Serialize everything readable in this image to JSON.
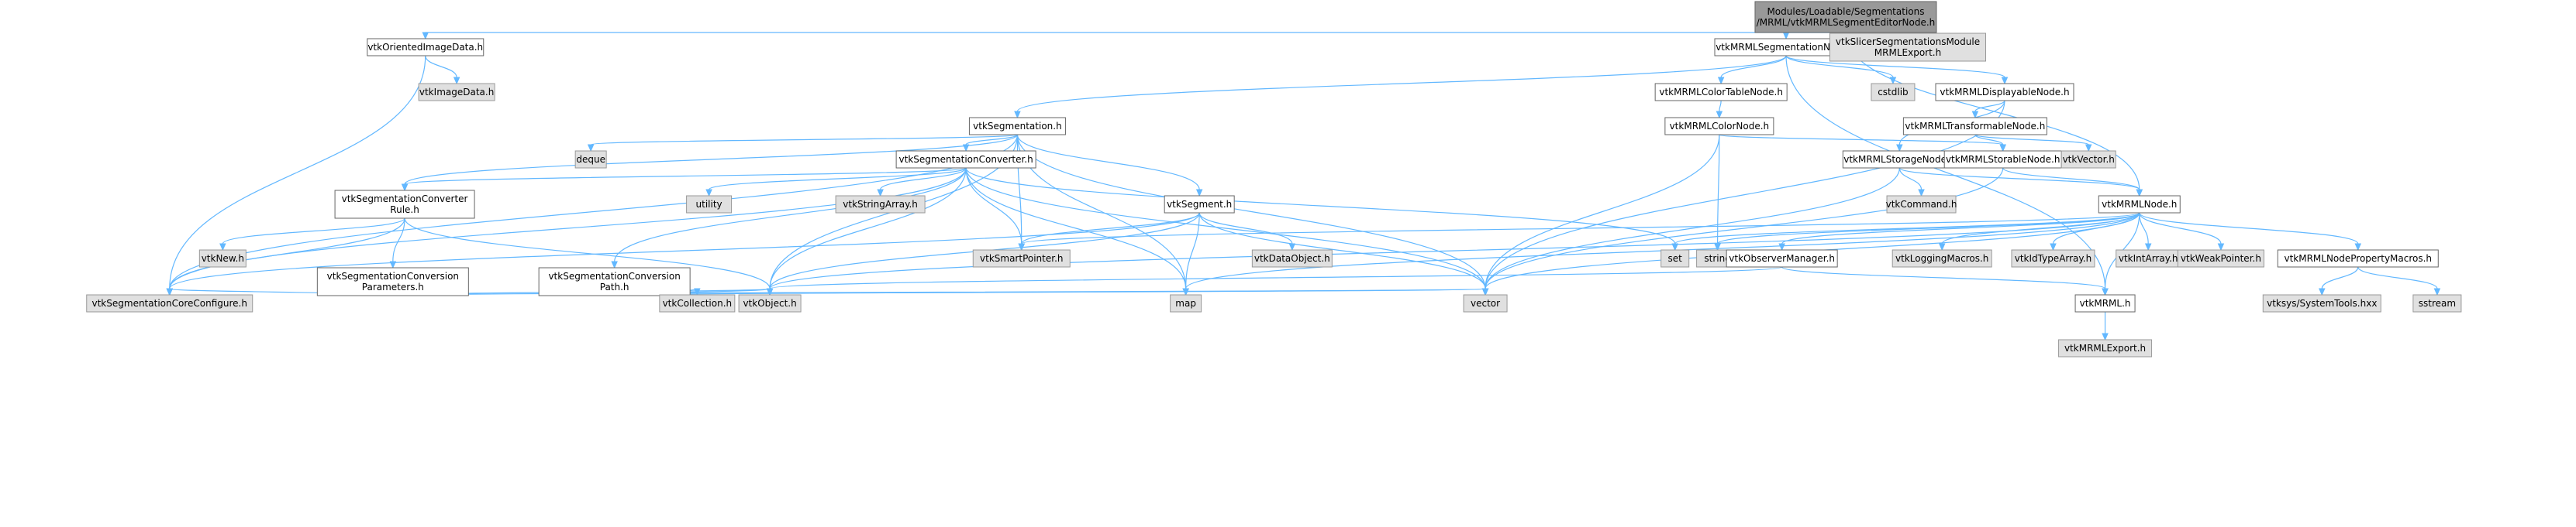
{
  "colors": {
    "edge": "#63b8ff",
    "root_fill": "#999999",
    "documented_fill": "#ffffff",
    "external_fill": "#e0e0e0",
    "border": "#666666"
  },
  "nodes": [
    {
      "id": "root",
      "lines": [
        "Modules/Loadable/Segmentations",
        "/MRML/vtkMRMLSegmentEditorNode.h"
      ],
      "kind": "root"
    },
    {
      "id": "vtkOrientedImageData",
      "lines": [
        "vtkOrientedImageData.h"
      ],
      "kind": "doc"
    },
    {
      "id": "vtkMRMLSegmentationNode",
      "lines": [
        "vtkMRMLSegmentationNode.h"
      ],
      "kind": "doc"
    },
    {
      "id": "vtkSlicerSegmentationsModuleMRMLExport",
      "lines": [
        "vtkSlicerSegmentationsModule",
        "MRMLExport.h"
      ],
      "kind": "ext"
    },
    {
      "id": "vtkImageData",
      "lines": [
        "vtkImageData.h"
      ],
      "kind": "ext"
    },
    {
      "id": "vtkMRMLColorTableNode",
      "lines": [
        "vtkMRMLColorTableNode.h"
      ],
      "kind": "doc"
    },
    {
      "id": "cstdlib",
      "lines": [
        "cstdlib"
      ],
      "kind": "ext"
    },
    {
      "id": "vtkMRMLDisplayableNode",
      "lines": [
        "vtkMRMLDisplayableNode.h"
      ],
      "kind": "doc"
    },
    {
      "id": "vtkSegmentation",
      "lines": [
        "vtkSegmentation.h"
      ],
      "kind": "doc"
    },
    {
      "id": "vtkMRMLColorNode",
      "lines": [
        "vtkMRMLColorNode.h"
      ],
      "kind": "doc"
    },
    {
      "id": "vtkMRMLTransformableNode",
      "lines": [
        "vtkMRMLTransformableNode.h"
      ],
      "kind": "doc"
    },
    {
      "id": "deque",
      "lines": [
        "deque"
      ],
      "kind": "ext"
    },
    {
      "id": "vtkSegmentationConverter",
      "lines": [
        "vtkSegmentationConverter.h"
      ],
      "kind": "doc"
    },
    {
      "id": "vtkMRMLStorageNode",
      "lines": [
        "vtkMRMLStorageNode.h"
      ],
      "kind": "doc"
    },
    {
      "id": "vtkMRMLStorableNode",
      "lines": [
        "vtkMRMLStorableNode.h"
      ],
      "kind": "doc"
    },
    {
      "id": "vtkVector",
      "lines": [
        "vtkVector.h"
      ],
      "kind": "ext"
    },
    {
      "id": "vtkSegmentationConverterRule",
      "lines": [
        "vtkSegmentationConverter",
        "Rule.h"
      ],
      "kind": "doc"
    },
    {
      "id": "utility",
      "lines": [
        "utility"
      ],
      "kind": "ext"
    },
    {
      "id": "vtkStringArray",
      "lines": [
        "vtkStringArray.h"
      ],
      "kind": "ext"
    },
    {
      "id": "vtkSegment",
      "lines": [
        "vtkSegment.h"
      ],
      "kind": "doc"
    },
    {
      "id": "vtkCommand",
      "lines": [
        "vtkCommand.h"
      ],
      "kind": "ext"
    },
    {
      "id": "vtkMRMLNode",
      "lines": [
        "vtkMRMLNode.h"
      ],
      "kind": "doc"
    },
    {
      "id": "vtkNew",
      "lines": [
        "vtkNew.h"
      ],
      "kind": "ext"
    },
    {
      "id": "vtkSmartPointer",
      "lines": [
        "vtkSmartPointer.h"
      ],
      "kind": "ext"
    },
    {
      "id": "vtkDataObject",
      "lines": [
        "vtkDataObject.h"
      ],
      "kind": "ext"
    },
    {
      "id": "set",
      "lines": [
        "set"
      ],
      "kind": "ext"
    },
    {
      "id": "string",
      "lines": [
        "string"
      ],
      "kind": "ext"
    },
    {
      "id": "vtkObserverManager",
      "lines": [
        "vtkObserverManager.h"
      ],
      "kind": "doc"
    },
    {
      "id": "vtkLoggingMacros",
      "lines": [
        "vtkLoggingMacros.h"
      ],
      "kind": "ext"
    },
    {
      "id": "vtkIdTypeArray",
      "lines": [
        "vtkIdTypeArray.h"
      ],
      "kind": "ext"
    },
    {
      "id": "vtkIntArray",
      "lines": [
        "vtkIntArray.h"
      ],
      "kind": "ext"
    },
    {
      "id": "vtkWeakPointer",
      "lines": [
        "vtkWeakPointer.h"
      ],
      "kind": "ext"
    },
    {
      "id": "vtkMRMLNodePropertyMacros",
      "lines": [
        "vtkMRMLNodePropertyMacros.h"
      ],
      "kind": "doc"
    },
    {
      "id": "vtkSegmentationConversionParameters",
      "lines": [
        "vtkSegmentationConversion",
        "Parameters.h"
      ],
      "kind": "doc"
    },
    {
      "id": "vtkSegmentationConversionPath",
      "lines": [
        "vtkSegmentationConversion",
        "Path.h"
      ],
      "kind": "doc"
    },
    {
      "id": "vtkSegmentationCoreConfigure",
      "lines": [
        "vtkSegmentationCoreConfigure.h"
      ],
      "kind": "ext"
    },
    {
      "id": "vtkCollection",
      "lines": [
        "vtkCollection.h"
      ],
      "kind": "ext"
    },
    {
      "id": "vtkObject",
      "lines": [
        "vtkObject.h"
      ],
      "kind": "ext"
    },
    {
      "id": "map",
      "lines": [
        "map"
      ],
      "kind": "ext"
    },
    {
      "id": "vector",
      "lines": [
        "vector"
      ],
      "kind": "ext"
    },
    {
      "id": "vtkMRML",
      "lines": [
        "vtkMRML.h"
      ],
      "kind": "doc"
    },
    {
      "id": "vtksysSystemTools",
      "lines": [
        "vtksys/SystemTools.hxx"
      ],
      "kind": "ext"
    },
    {
      "id": "sstream",
      "lines": [
        "sstream"
      ],
      "kind": "ext"
    },
    {
      "id": "vtkMRMLExport",
      "lines": [
        "vtkMRMLExport.h"
      ],
      "kind": "ext"
    }
  ],
  "edges": [
    [
      "root",
      "vtkOrientedImageData"
    ],
    [
      "root",
      "vtkMRMLSegmentationNode"
    ],
    [
      "root",
      "vtkSlicerSegmentationsModuleMRMLExport"
    ],
    [
      "root",
      "vtkMRMLNode"
    ],
    [
      "vtkOrientedImageData",
      "vtkImageData"
    ],
    [
      "vtkOrientedImageData",
      "vtkSegmentationCoreConfigure"
    ],
    [
      "vtkMRMLSegmentationNode",
      "vtkMRMLColorTableNode"
    ],
    [
      "vtkMRMLSegmentationNode",
      "cstdlib"
    ],
    [
      "vtkMRMLSegmentationNode",
      "vtkMRMLDisplayableNode"
    ],
    [
      "vtkMRMLSegmentationNode",
      "vtkSegmentation"
    ],
    [
      "vtkMRMLSegmentationNode",
      "vtkMRML"
    ],
    [
      "vtkMRMLColorTableNode",
      "vtkMRMLColorNode"
    ],
    [
      "vtkMRMLDisplayableNode",
      "vtkMRMLTransformableNode"
    ],
    [
      "vtkMRMLDisplayableNode",
      "vtkMRMLStorageNode"
    ],
    [
      "vtkMRMLDisplayableNode",
      "vector"
    ],
    [
      "vtkMRMLColorNode",
      "vtkMRMLStorableNode"
    ],
    [
      "vtkMRMLColorNode",
      "string"
    ],
    [
      "vtkMRMLColorNode",
      "vector"
    ],
    [
      "vtkMRMLTransformableNode",
      "vtkMRMLStorableNode"
    ],
    [
      "vtkMRMLTransformableNode",
      "vtkVector"
    ],
    [
      "vtkMRMLStorageNode",
      "vtkCommand"
    ],
    [
      "vtkMRMLStorageNode",
      "vtkMRMLNode"
    ],
    [
      "vtkMRMLStorageNode",
      "vector"
    ],
    [
      "vtkMRMLStorableNode",
      "vtkMRMLNode"
    ],
    [
      "vtkMRMLStorableNode",
      "vector"
    ],
    [
      "vtkSegmentation",
      "deque"
    ],
    [
      "vtkSegmentation",
      "vtkSegmentationConverter"
    ],
    [
      "vtkSegmentation",
      "vtkSegmentationConverterRule"
    ],
    [
      "vtkSegmentation",
      "vtkSegment"
    ],
    [
      "vtkSegmentation",
      "vtkSmartPointer"
    ],
    [
      "vtkSegmentation",
      "vtkSegmentationCoreConfigure"
    ],
    [
      "vtkSegmentation",
      "vtkObject"
    ],
    [
      "vtkSegmentation",
      "map"
    ],
    [
      "vtkSegmentation",
      "vector"
    ],
    [
      "vtkSegmentationConverter",
      "vtkSegmentationConverterRule"
    ],
    [
      "vtkSegmentationConverter",
      "utility"
    ],
    [
      "vtkSegmentationConverter",
      "vtkStringArray"
    ],
    [
      "vtkSegmentationConverter",
      "vtkSegmentationConversionPath"
    ],
    [
      "vtkSegmentationConverter",
      "vtkSmartPointer"
    ],
    [
      "vtkSegmentationConverter",
      "vtkSegmentationCoreConfigure"
    ],
    [
      "vtkSegmentationConverter",
      "vtkObject"
    ],
    [
      "vtkSegmentationConverter",
      "map"
    ],
    [
      "vtkSegmentationConverter",
      "set"
    ],
    [
      "vtkSegmentationConverter",
      "vector"
    ],
    [
      "vtkSegmentationConverterRule",
      "vtkNew"
    ],
    [
      "vtkSegmentationConverterRule",
      "vtkSegmentationConversionParameters"
    ],
    [
      "vtkSegmentationConverterRule",
      "vtkSegmentationCoreConfigure"
    ],
    [
      "vtkSegmentationConverterRule",
      "vtkObject"
    ],
    [
      "vtkSegment",
      "vtkSmartPointer"
    ],
    [
      "vtkSegment",
      "vtkDataObject"
    ],
    [
      "vtkSegment",
      "vtkSegmentationCoreConfigure"
    ],
    [
      "vtkSegment",
      "vtkObject"
    ],
    [
      "vtkSegment",
      "map"
    ],
    [
      "vtkSegment",
      "vector"
    ],
    [
      "vtkSegmentationConversionParameters",
      "vtkSegmentationCoreConfigure"
    ],
    [
      "vtkSegmentationConversionParameters",
      "vtkObject"
    ],
    [
      "vtkSegmentationConversionParameters",
      "vector"
    ],
    [
      "vtkSegmentationConversionPath",
      "vtkCollection"
    ],
    [
      "vtkSegmentationConversionPath",
      "vtkObject"
    ],
    [
      "vtkSegmentationConversionPath",
      "vector"
    ],
    [
      "vtkMRMLNode",
      "vtkSmartPointer"
    ],
    [
      "vtkMRMLNode",
      "set"
    ],
    [
      "vtkMRMLNode",
      "string"
    ],
    [
      "vtkMRMLNode",
      "vtkObserverManager"
    ],
    [
      "vtkMRMLNode",
      "vtkLoggingMacros"
    ],
    [
      "vtkMRMLNode",
      "vtkIdTypeArray"
    ],
    [
      "vtkMRMLNode",
      "vtkIntArray"
    ],
    [
      "vtkMRMLNode",
      "vtkWeakPointer"
    ],
    [
      "vtkMRMLNode",
      "vtkMRMLNodePropertyMacros"
    ],
    [
      "vtkMRMLNode",
      "vtkMRML"
    ],
    [
      "vtkMRMLNode",
      "vtkObject"
    ],
    [
      "vtkMRMLNode",
      "map"
    ],
    [
      "vtkMRMLNode",
      "vector"
    ],
    [
      "vtkObserverManager",
      "vtkMRML"
    ],
    [
      "vtkObserverManager",
      "vtkObject"
    ],
    [
      "vtkMRMLNodePropertyMacros",
      "vtksysSystemTools"
    ],
    [
      "vtkMRMLNodePropertyMacros",
      "sstream"
    ],
    [
      "vtkMRML",
      "vtkMRMLExport"
    ]
  ]
}
